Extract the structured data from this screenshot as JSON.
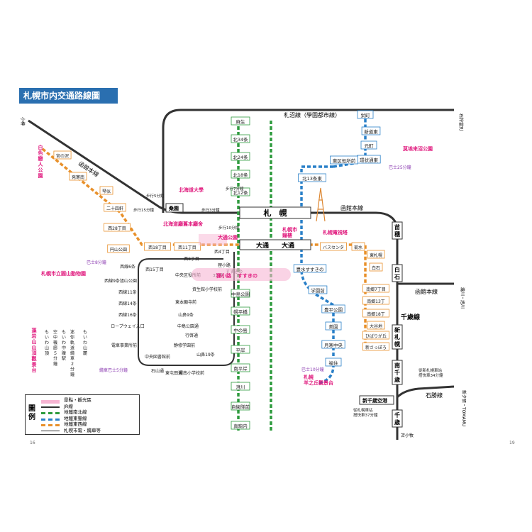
{
  "header": {
    "title": "札幌市内交通路線圖"
  },
  "pages": {
    "left": "16",
    "right": "19"
  },
  "colors": {
    "jr": "#333333",
    "namboku": "#2e9b3e",
    "toho": "#2a80c8",
    "tozai": "#e8902a",
    "tram": "#333333",
    "poi": "#e0197d",
    "bus": "#8a3ab0",
    "header": "#2a6fb0"
  },
  "jr_lines": {
    "sassho": "札沼線（學園都市線）",
    "hakodate_w": "函館本線",
    "hakodate_e": "函館本線",
    "chitose": "千歲線",
    "sekisho": "石勝線"
  },
  "jr_stations": {
    "sapporo": "札　幌",
    "naebo": "苗穗",
    "shiroishi": "白石",
    "shin_sapporo": "新札幌",
    "minami_chitose": "南千歲",
    "chitose": "千歲",
    "new_chitose": "新千歲空港",
    "kuwazono": "桑園"
  },
  "directions": {
    "otaru": "小樽",
    "ishikari_tobetsu": "石狩當別",
    "takikawa": "瀧川・旭川",
    "shin_yubari": "新夕張・TOMAMU",
    "tomakomai": "苫小牧"
  },
  "namboku": [
    "麻生",
    "北34条",
    "北24条",
    "北18条",
    "北12条",
    "札幌",
    "大通",
    "すすきの",
    "中島公園",
    "幌平橋",
    "中の島",
    "平岸",
    "南平岸",
    "澄川",
    "自衛隊前",
    "真駒内"
  ],
  "toho": [
    "栄町",
    "新道東",
    "元町",
    "環状通東",
    "東区役所前",
    "北13条東",
    "札幌",
    "大通",
    "豊水すすきの",
    "学園前",
    "豊平公園",
    "美園",
    "月寒中央",
    "福住"
  ],
  "tozai": [
    "宮の沢",
    "発寒南",
    "琴似",
    "二十四軒",
    "西28丁目",
    "円山公園",
    "西18丁目",
    "西11丁目",
    "バスセンター前",
    "菊水",
    "東札幌",
    "白石",
    "南郷7丁目",
    "南郷13丁目",
    "南郷18丁目",
    "大谷地",
    "ひばりが丘",
    "新さっぽろ"
  ],
  "tram": [
    "西4丁目",
    "西8丁目",
    "中央区役所前",
    "西15丁目",
    "西線6条",
    "西線9条旭山公園",
    "西線11条",
    "西線14条",
    "西線16条",
    "ロープウェイ入口",
    "電車事業所前",
    "中央図書館前",
    "石山通",
    "東屯田通",
    "幌南小学校前",
    "山鼻19条",
    "静修学園前",
    "行啓通",
    "中島公園通",
    "山鼻9条",
    "東本願寺前",
    "資生館小学校前",
    "すすきの",
    "狸小路"
  ],
  "poi": {
    "shiraikoibito": "白色戀人公園",
    "hokudai": "北海道大學",
    "kaiseki": "北海道廳舊本廳舍",
    "tvtower": "札幌電視塔",
    "odori_park": "大通公園",
    "clocktower": "札幌市\n鐘樓",
    "maruyama_zoo": "札幌市立圓山動物園",
    "moiwa": "藻岩山山頂觀景台",
    "moerenuma": "莫埃來沼公園",
    "hitsujigaoka": "札幌\n羊之丘觀景台",
    "susukino": "すすきの",
    "tanukikoji": "狸小路"
  },
  "bus_notes": {
    "moerenuma": "巴士25分鐘",
    "maruyama": "巴士8分鐘",
    "moiwa": "纜車巴士5分鐘",
    "hitsujigaoka": "巴士10分鐘"
  },
  "walk_notes": [
    "步行7分鐘",
    "步行10分鐘",
    "步行5分鐘",
    "步行15分鐘",
    "步行3分鐘",
    "3分鐘"
  ],
  "airport_notes": {
    "to_sapporo": "從札幌車站\n搭快車37分鐘",
    "to_shin": "從新札幌車站\n搭快車34分鐘"
  },
  "legend": {
    "title": "圖例",
    "items": [
      {
        "label": "景點・觀光區"
      },
      {
        "label": "JR線"
      },
      {
        "label": "地鐵南北線"
      },
      {
        "label": "地鐵東豐線"
      },
      {
        "label": "地鐵東西線"
      },
      {
        "label": "札幌市電・纜車等"
      }
    ]
  },
  "moiwa_ropeway": [
    "もいわ山頂",
    "空中機廊５分鐘",
    "もいわ中腹駅",
    "迷你軌道纜車2分鐘",
    "もいわ山麓"
  ]
}
